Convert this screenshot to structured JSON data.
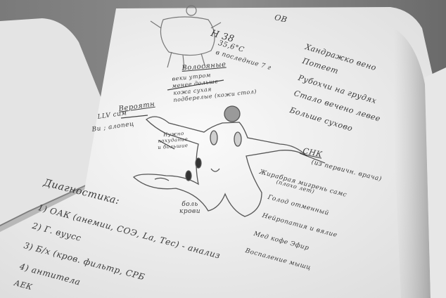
{
  "photo": {
    "subject": "open-notebook-handwritten-medical-notes",
    "colors": {
      "table": "#6d6d6d",
      "paper": "#f1f1f1",
      "ink": "#3a3a3a"
    }
  },
  "notes": {
    "header": {
      "line1": "Н 38",
      "line2": "35,6°С",
      "line3": "в последние 7 г",
      "corner": "ОВ"
    },
    "complaints": [
      "Хандражко вено",
      "Потеет",
      "Рубохчи на грудях",
      "Стало вечено левее",
      "Больше сухово"
    ],
    "labels": {
      "top_label": "Волосяные",
      "top_lines": [
        "веки утром",
        "менее дольше",
        "кожа сухая",
        "подберелые (кожи стол)"
      ],
      "left_label": "Вероятн",
      "left_lines": [
        "LLV сим",
        "Bu ; алопец"
      ],
      "center_lines": [
        "Нужно",
        "похудание",
        "и большие"
      ],
      "bottom_label": "боль крови",
      "right_label": "СНК",
      "right_sub": "(из первичн. врача)",
      "right_lines": [
        "Жирабрая мигрень самс",
        "(плохо лет)",
        "Голод отменный",
        "Нейропатия и вялие",
        "Мед кофе Эфир",
        "Воспаление мышц"
      ]
    },
    "diagnostics": {
      "heading": "Диагностика:",
      "items": [
        "1) ОАК (анемии, СОЭ, Lа, Тес) - анализ",
        "2) Г. вуусс",
        "3) Б/х (кров. фильтр, СРБ",
        "4) антитела",
        "АЕК"
      ]
    }
  }
}
